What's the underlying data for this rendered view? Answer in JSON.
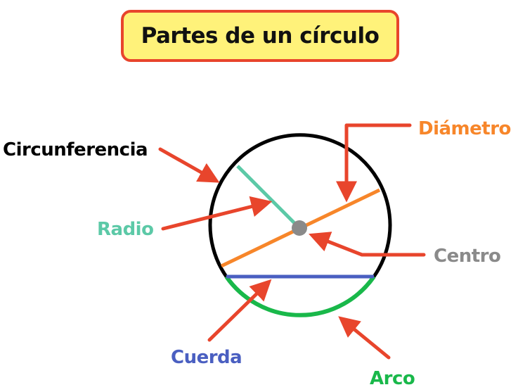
{
  "title": "Partes de un círculo",
  "labels": {
    "circunferencia": "Circunferencia",
    "radio": "Radio",
    "diametro": "Diámetro",
    "centro": "Centro",
    "cuerda": "Cuerda",
    "arco": "Arco"
  },
  "colors": {
    "title_bg": "#FFF27A",
    "title_border": "#E8452C",
    "arrow": "#E8452C",
    "circunferencia": "#000000",
    "radio": "#5CC9A7",
    "diametro": "#F7862A",
    "centro": "#8A8A8A",
    "cuerda": "#4A5FC1",
    "arco": "#19B84A"
  }
}
